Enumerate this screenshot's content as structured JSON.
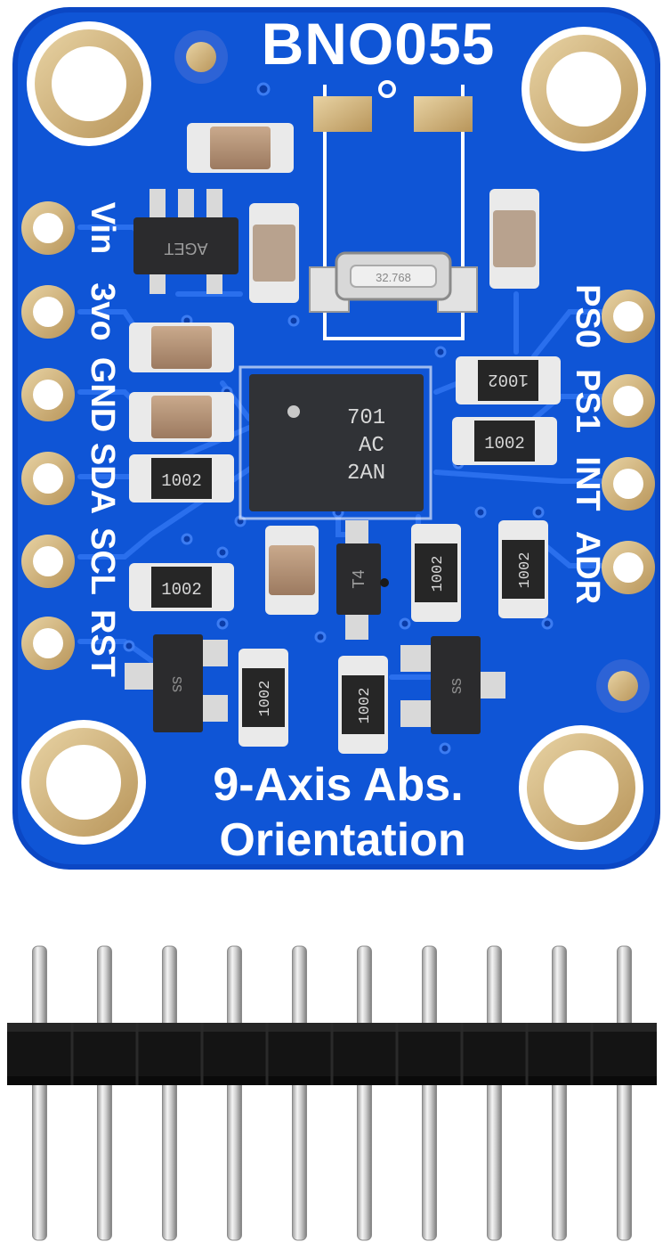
{
  "board": {
    "title": "BNO055",
    "subtitle_line1": "9-Axis Abs.",
    "subtitle_line2": "Orientation",
    "colors": {
      "pcb": "#0f55d6",
      "pcb_dark": "#0a3fae",
      "trace": "#2e72f0",
      "silk": "#ffffff",
      "gold": "#d2b27a",
      "chip": "#303236"
    }
  },
  "pins_left": [
    {
      "label": "Vin"
    },
    {
      "label": "3vo"
    },
    {
      "label": "GND"
    },
    {
      "label": "SDA"
    },
    {
      "label": "SCL"
    },
    {
      "label": "RST"
    }
  ],
  "pins_right": [
    {
      "label": "PS0"
    },
    {
      "label": "PS1"
    },
    {
      "label": "INT"
    },
    {
      "label": "ADR"
    }
  ],
  "chip": {
    "line1": "701",
    "line2": "AC",
    "line3": "2AN"
  },
  "components": {
    "regulator_marking": "AGET",
    "transistor_marking": "T4",
    "mosfet_left_marking": "ss",
    "mosfet_right_marking": "ss",
    "resistor_marking": "1002",
    "crystal_marking": "32.768"
  },
  "header": {
    "pin_count": 10
  }
}
